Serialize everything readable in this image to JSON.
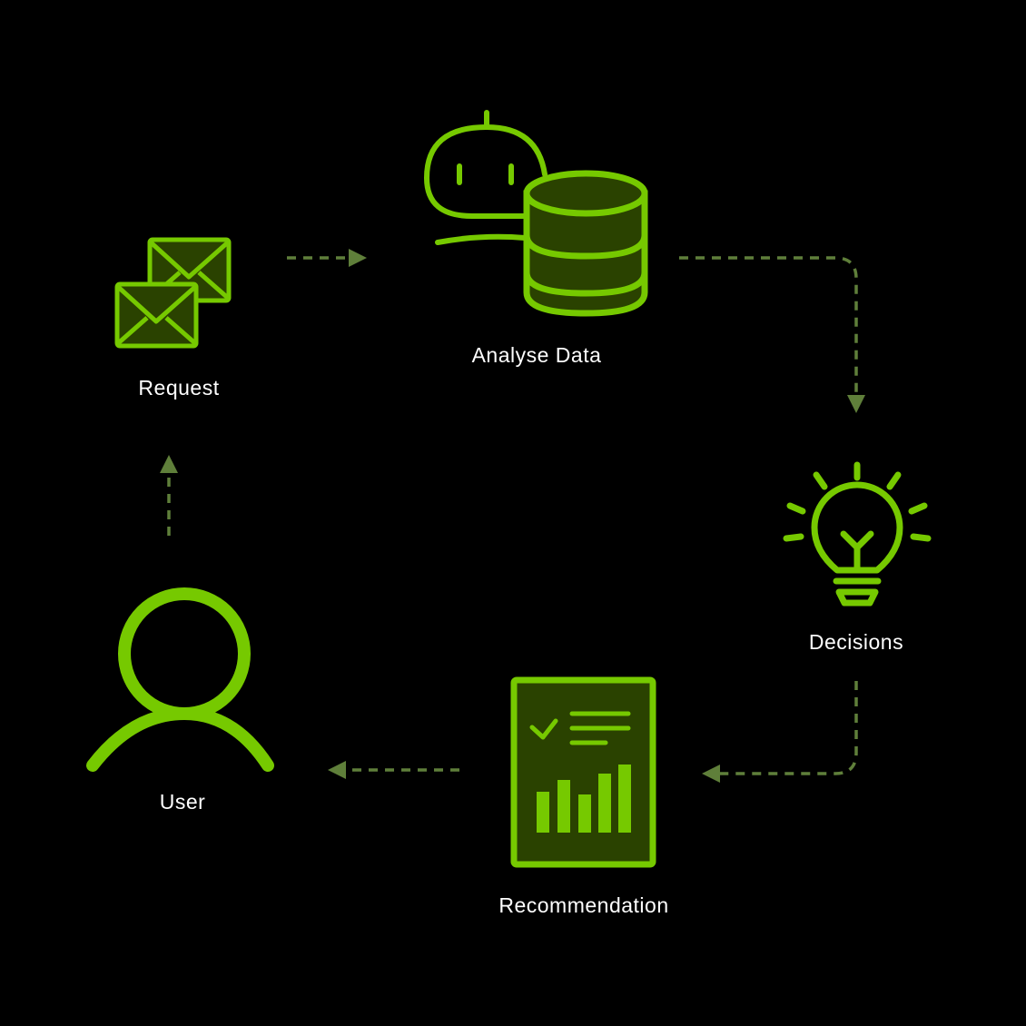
{
  "colors": {
    "background": "#000000",
    "accent": "#76c900",
    "fill": "#2a4200",
    "arrow": "#5f7f3a",
    "text": "#ffffff"
  },
  "nodes": {
    "request": {
      "label": "Request",
      "icon": "envelopes-icon"
    },
    "analyse": {
      "label": "Analyse Data",
      "icon": "robot-database-icon"
    },
    "decisions": {
      "label": "Decisions",
      "icon": "lightbulb-icon"
    },
    "recommendation": {
      "label": "Recommendation",
      "icon": "report-chart-icon"
    },
    "user": {
      "label": "User",
      "icon": "user-icon"
    }
  },
  "flow": [
    [
      "Request",
      "Analyse Data"
    ],
    [
      "Analyse Data",
      "Decisions"
    ],
    [
      "Decisions",
      "Recommendation"
    ],
    [
      "Recommendation",
      "User"
    ],
    [
      "User",
      "Request"
    ]
  ]
}
